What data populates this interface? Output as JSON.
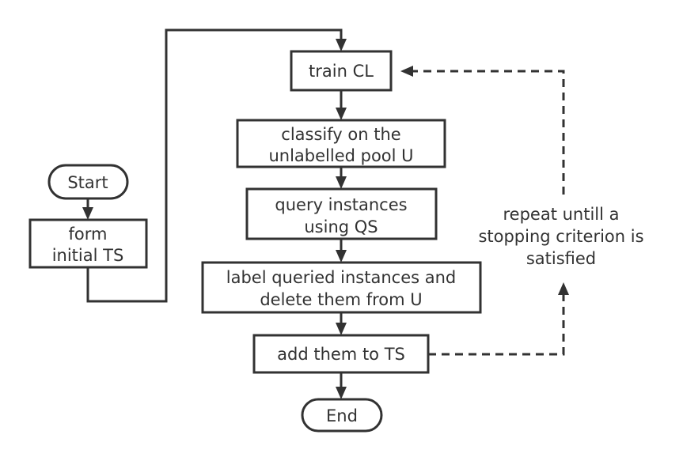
{
  "nodes": {
    "start": {
      "lines": [
        "Start"
      ]
    },
    "form_ts": {
      "lines": [
        "form",
        "initial TS"
      ]
    },
    "train_cl": {
      "lines": [
        "train CL"
      ]
    },
    "classify": {
      "lines": [
        "classify on the",
        "unlabelled pool U"
      ]
    },
    "query": {
      "lines": [
        "query instances",
        "using QS"
      ]
    },
    "label": {
      "lines": [
        "label queried instances and",
        "delete them from U"
      ]
    },
    "add_ts": {
      "lines": [
        "add them to TS"
      ]
    },
    "end": {
      "lines": [
        "End"
      ]
    }
  },
  "loop_label": {
    "lines": [
      "repeat untill a",
      "stopping criterion is",
      "satisfied"
    ]
  },
  "colors": {
    "stroke": "#323232",
    "background": "#ffffff",
    "text": "#323232"
  }
}
